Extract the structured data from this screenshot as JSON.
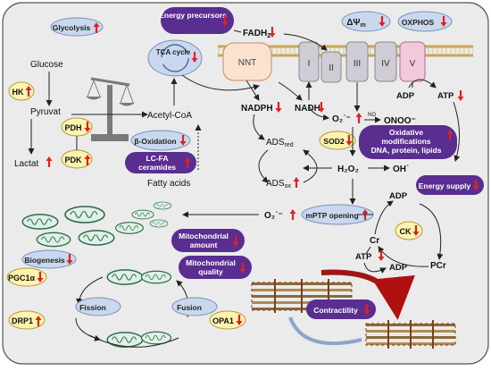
{
  "labels": {
    "energy_precursors": "Energy precursors",
    "glycolysis": "Glycolysis",
    "tca_cycle": "TCA cycle",
    "fadh2": "FADH",
    "fadh2_sub": "2",
    "nnt": "NNT",
    "complex_i": "I",
    "complex_ii": "II",
    "complex_iii": "III",
    "complex_iv": "IV",
    "complex_v": "V",
    "delta_psi": "ΔΨ",
    "delta_psi_sub": "m",
    "oxphos": "OXPHOS",
    "glucose": "Glucose",
    "hk": "HK",
    "pyruvat": "Pyruvat",
    "pdh": "PDH",
    "pdk": "PDK",
    "acetyl_coa": "Acetyl-CoA",
    "beta_oxidation": "β-Oxidation",
    "lcfa_line1": "LC-FA",
    "lcfa_line2": "ceramides",
    "fatty_acids": "Fatty acids",
    "lactat": "Lactat",
    "nadph": "NADPH",
    "nadh": "NADH",
    "ads_red": "ADS",
    "ads_red_sub": "red",
    "ads_ox": "ADS",
    "ads_ox_sub": "ox",
    "adp_top": "ADP",
    "atp_top": "ATP",
    "superoxide_top": "O₂˙⁻",
    "no": "NO",
    "onoo": "ONOO⁻",
    "sod2": "SOD2",
    "oxidative_line1": "Oxidative",
    "oxidative_line2": "modifications",
    "oxidative_line3": "DNA, protein, lipids",
    "h2o2": "H₂O₂",
    "oh": "OH˙",
    "superoxide_mid": "O₂˙⁻",
    "mptp": "mPTP opening",
    "energy_supply": "Energy supply",
    "adp_mid": "ADP",
    "cr": "Cr",
    "ck": "CK",
    "pcr": "PCr",
    "atp_low": "ATP",
    "adp_low": "ADP",
    "mito_amount_line1": "Mitochondrial",
    "mito_amount_line2": "amount",
    "mito_quality_line1": "Mitochondrial",
    "mito_quality_line2": "quality",
    "biogenesis": "Biogenesis",
    "pgc1a": "PGC1α",
    "fission": "Fission",
    "drp1": "DRP1",
    "fusion": "Fusion",
    "opa1": "OPA1",
    "contractility": "Contractility"
  },
  "colors": {
    "purple": "#5a2d91",
    "light_blue": "#c9d8ee",
    "yellow": "#fff3b0",
    "red_arrow": "#e02020",
    "membrane": "#c8a55a",
    "complex": "#d0ccd6",
    "background": "#ebebeb"
  }
}
